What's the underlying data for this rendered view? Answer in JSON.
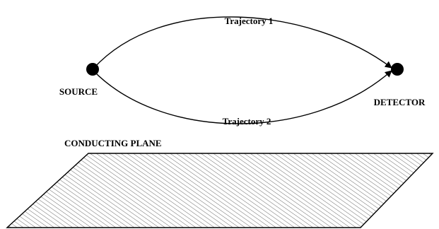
{
  "labels": {
    "trajectory_1": "Trajectory 1",
    "trajectory_2": "Trajectory 2",
    "source": "SOURCE",
    "detector": "DETECTOR",
    "conducting_plane": "CONDUCTING PLANE"
  },
  "colors": {
    "ink": "#000000",
    "background": "#ffffff"
  }
}
